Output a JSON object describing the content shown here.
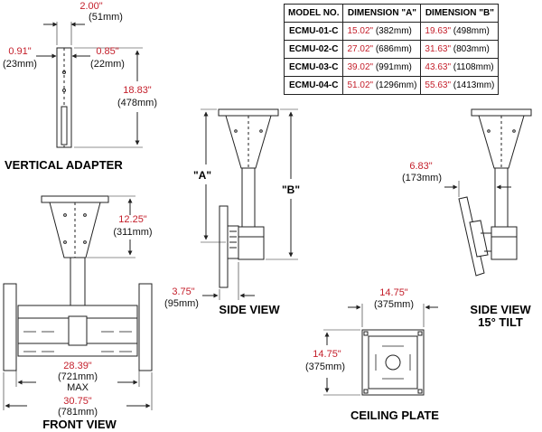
{
  "colors": {
    "dimension_red": "#c41e2a",
    "line": "#222222"
  },
  "table": {
    "headers": [
      "MODEL NO.",
      "DIMENSION \"A\"",
      "DIMENSION \"B\""
    ],
    "rows": [
      {
        "model": "ECMU-01-C",
        "a_in": "15.02\"",
        "a_mm": "(382mm)",
        "b_in": "19.63\"",
        "b_mm": "(498mm)"
      },
      {
        "model": "ECMU-02-C",
        "a_in": "27.02\"",
        "a_mm": "(686mm)",
        "b_in": "31.63\"",
        "b_mm": "(803mm)"
      },
      {
        "model": "ECMU-03-C",
        "a_in": "39.02\"",
        "a_mm": "(991mm)",
        "b_in": "43.63\"",
        "b_mm": "(1108mm)"
      },
      {
        "model": "ECMU-04-C",
        "a_in": "51.02\"",
        "a_mm": "(1296mm)",
        "b_in": "55.63\"",
        "b_mm": "(1413mm)"
      }
    ]
  },
  "vertical_adapter": {
    "label": "VERTICAL ADAPTER",
    "width_in": "2.00\"",
    "width_mm": "(51mm)",
    "left_in": "0.91\"",
    "left_mm": "(23mm)",
    "right_in": "0.85\"",
    "right_mm": "(22mm)",
    "height_in": "18.83\"",
    "height_mm": "(478mm)"
  },
  "front_view": {
    "label": "FRONT VIEW",
    "drop_in": "12.25\"",
    "drop_mm": "(311mm)",
    "width_in": "28.39\"",
    "width_mm": "(721mm)",
    "width_note": "MAX",
    "overall_in": "30.75\"",
    "overall_mm": "(781mm)"
  },
  "side_view": {
    "label": "SIDE VIEW",
    "a_label": "\"A\"",
    "b_label": "\"B\"",
    "depth_in": "3.75\"",
    "depth_mm": "(95mm)"
  },
  "side_view_tilt": {
    "label_line1": "SIDE VIEW",
    "label_line2": "15° TILT",
    "offset_in": "6.83\"",
    "offset_mm": "(173mm)"
  },
  "ceiling_plate": {
    "label": "CEILING PLATE",
    "width_in": "14.75\"",
    "width_mm": "(375mm)",
    "height_in": "14.75\"",
    "height_mm": "(375mm)"
  }
}
